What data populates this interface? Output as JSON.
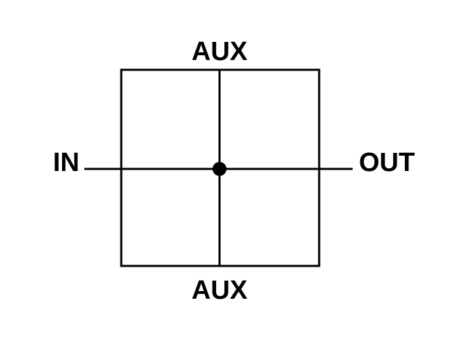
{
  "labels": {
    "top": "AUX",
    "bottom": "AUX",
    "left": "IN",
    "right": "OUT"
  },
  "colors": {
    "stroke": "#000000",
    "background": "#ffffff"
  }
}
